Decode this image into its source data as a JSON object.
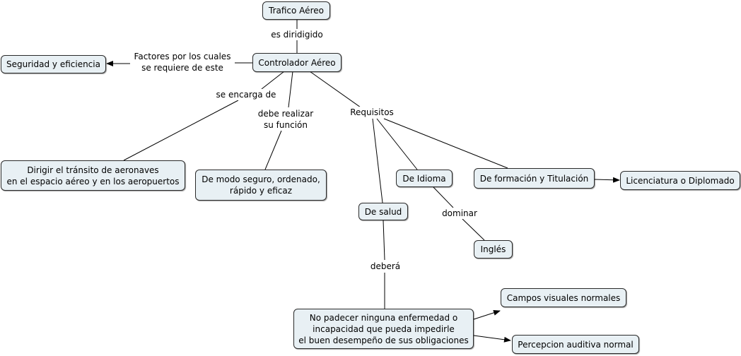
{
  "nodes": {
    "trafico": "Trafico Aéreo",
    "controlador": "Controlador Aéreo",
    "seguridad": "Seguridad y eficiencia",
    "dirigir": "Dirigir el tránsito de aeronaves\nen el espacio aéreo y en los aeropuertos",
    "modo": "De modo seguro, ordenado,\nrápido y eficaz",
    "idioma": "De Idioma",
    "formacion": "De formación y Titulación",
    "licenciatura": "Licenciatura o Diplomado",
    "salud": "De salud",
    "ingles": "Inglés",
    "padecer": "No padecer ninguna enfermedad o\nincapacidad que pueda impedirle\nel buen desempeño de sus obligaciones",
    "campos": "Campos visuales normales",
    "percepcion": "Percepcion auditiva normal"
  },
  "links": {
    "es_dirigido": "es diridigido",
    "factores": "Factores por los cuales\nse requiere de este",
    "se_encarga": "se encarga de",
    "debe_realizar": "debe realizar\nsu función",
    "requisitos": "Requisitos",
    "dominar": "dominar",
    "debera": "deberá"
  },
  "colors": {
    "node_fill": "#e8f0f4",
    "node_border": "#2a2a2a",
    "line": "#000000"
  }
}
